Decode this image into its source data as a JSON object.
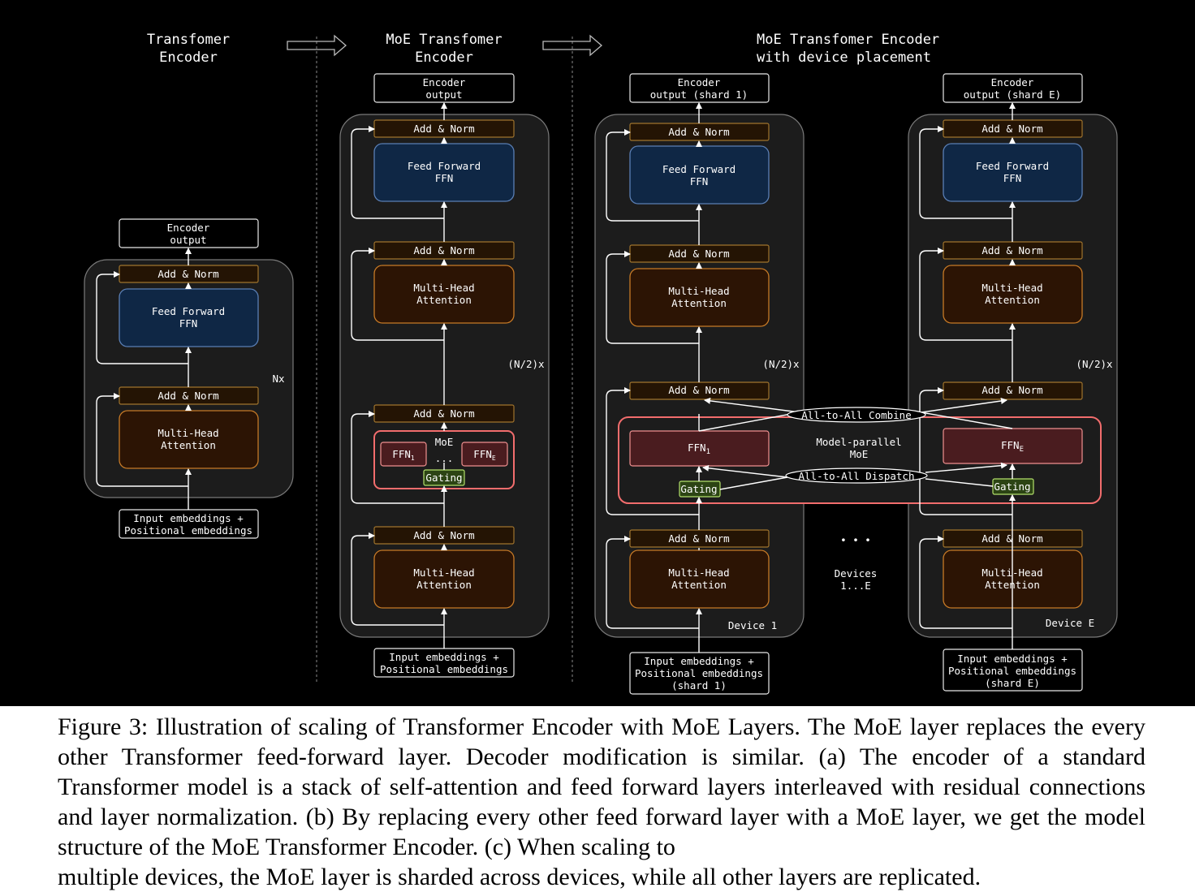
{
  "colors": {
    "background": "#000000",
    "panel": "#1c1c1c",
    "ffn_fill": "#0f2745",
    "ffn_border": "#5a7fb5",
    "attention_fill": "#2c1404",
    "attention_border": "#c77a26",
    "addnorm_fill": "#241404",
    "addnorm_border": "#a0742d",
    "moe_border": "#f26d6d",
    "expert_fill": "#4a1c1f",
    "gating_fill": "#2c4414",
    "gating_border": "#b3e06b"
  },
  "icons": [
    "right-double-arrow-icon",
    "right-double-arrow-icon"
  ],
  "panel_a": {
    "title_line1": "Transfomer",
    "title_line2": "Encoder",
    "output_line1": "Encoder",
    "output_line2": "output",
    "add_norm_top": "Add & Norm",
    "ffn_line1": "Feed Forward",
    "ffn_line2": "FFN",
    "add_norm_bottom": "Add & Norm",
    "mha_line1": "Multi-Head",
    "mha_line2": "Attention",
    "repeat": "Nx",
    "input_line1": "Input embeddings +",
    "input_line2": "Positional embeddings"
  },
  "panel_b": {
    "title_line1": "MoE Transfomer",
    "title_line2": "Encoder",
    "output_line1": "Encoder",
    "output_line2": "output",
    "add_norm_1": "Add & Norm",
    "ffn_line1": "Feed Forward",
    "ffn_line2": "FFN",
    "add_norm_2": "Add & Norm",
    "mha1_line1": "Multi-Head",
    "mha1_line2": "Attention",
    "repeat": "(N/2)x",
    "add_norm_3": "Add & Norm",
    "moe_label": "MoE",
    "expert_first": "FFN",
    "expert_first_sub": "1",
    "expert_dots": "...",
    "expert_last": "FFN",
    "expert_last_sub": "E",
    "gating": "Gating",
    "add_norm_4": "Add & Norm",
    "mha2_line1": "Multi-Head",
    "mha2_line2": "Attention",
    "input_line1": "Input embeddings +",
    "input_line2": "Positional embeddings"
  },
  "panel_c": {
    "title_line1": "MoE Transfomer Encoder",
    "title_line2": "with device placement",
    "repeat": "(N/2)x",
    "all_to_all_combine": "All-to-All Combine",
    "all_to_all_dispatch": "All-to-All Dispatch",
    "model_parallel_line1": "Model-parallel",
    "model_parallel_line2": "MoE",
    "devices_dots": "• • •",
    "devices_line1": "Devices",
    "devices_line2": "1...E",
    "device1": {
      "output_line1": "Encoder",
      "output_line2": "output (shard 1)",
      "add_norm_1": "Add & Norm",
      "ffn_line1": "Feed Forward",
      "ffn_line2": "FFN",
      "add_norm_2": "Add & Norm",
      "mha1_line1": "Multi-Head",
      "mha1_line2": "Attention",
      "add_norm_3": "Add & Norm",
      "expert": "FFN",
      "expert_sub": "1",
      "gating": "Gating",
      "add_norm_4": "Add & Norm",
      "mha2_line1": "Multi-Head",
      "mha2_line2": "Attention",
      "label": "Device 1",
      "input_line1": "Input embeddings +",
      "input_line2": "Positional embeddings",
      "input_line3": "(shard 1)"
    },
    "deviceE": {
      "output_line1": "Encoder",
      "output_line2": "output (shard E)",
      "add_norm_1": "Add & Norm",
      "ffn_line1": "Feed Forward",
      "ffn_line2": "FFN",
      "add_norm_2": "Add & Norm",
      "mha1_line1": "Multi-Head",
      "mha1_line2": "Attention",
      "add_norm_3": "Add & Norm",
      "expert": "FFN",
      "expert_sub": "E",
      "gating": "Gating",
      "add_norm_4": "Add & Norm",
      "mha2_line1": "Multi-Head",
      "mha2_line2": "Attention",
      "label": "Device E",
      "input_line1": "Input embeddings +",
      "input_line2": "Positional embeddings",
      "input_line3": "(shard E)"
    }
  },
  "caption": {
    "body": "Figure 3: Illustration of scaling of Transformer Encoder with MoE Layers. The MoE layer replaces the every other Transformer feed-forward layer. Decoder modification is similar. (a) The encoder of a standard Transformer model is a stack of self-attention and feed forward layers interleaved with residual connections and layer normalization. (b) By replacing every other feed forward layer with a MoE layer, we get the model structure of the MoE Transformer Encoder. (c) When scaling to",
    "last_line": "multiple devices, the MoE layer is sharded across devices, while all other layers are replicated."
  }
}
